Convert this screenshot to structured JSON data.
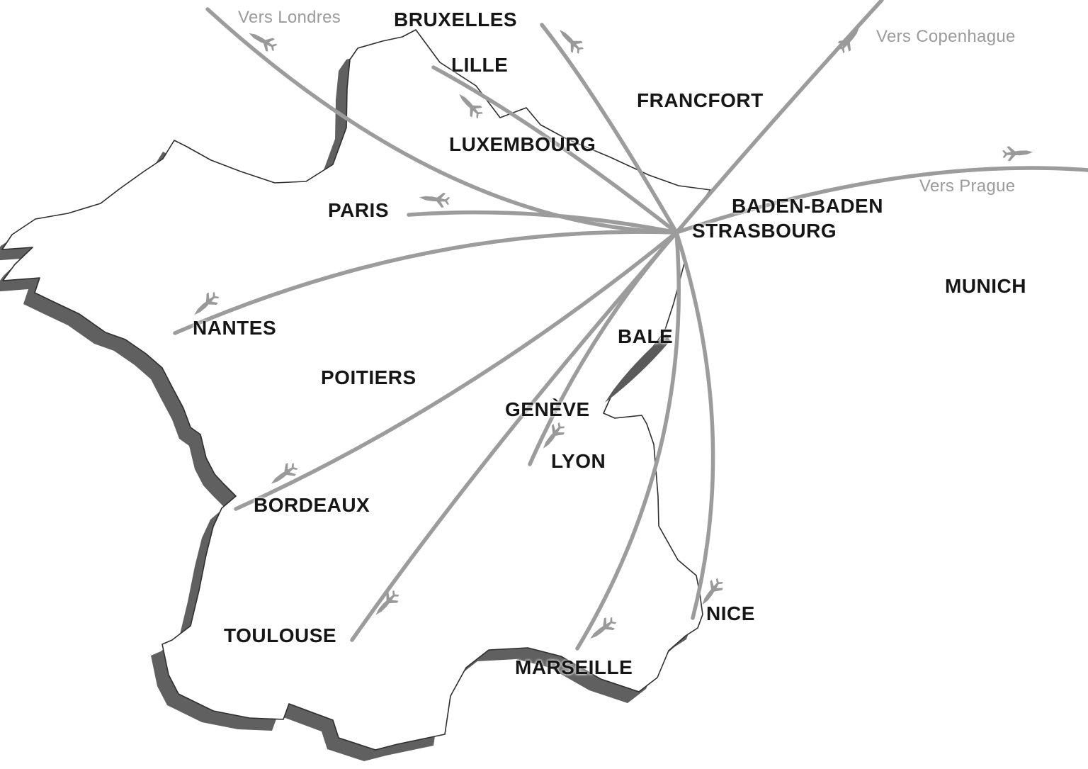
{
  "title": "Strasbourg flight destinations map",
  "hub": "STRASBOURG",
  "labels": {
    "bruxelles": "BRUXELLES",
    "lille": "LILLE",
    "luxembourg": "LUXEMBOURG",
    "francfort": "FRANCFORT",
    "paris": "PARIS",
    "baden_baden": "BADEN-BADEN",
    "strasbourg": "STRASBOURG",
    "munich": "MUNICH",
    "nantes": "NANTES",
    "poitiers": "POITIERS",
    "bale": "BALE",
    "geneve": "GENÈVE",
    "lyon": "LYON",
    "bordeaux": "BORDEAUX",
    "toulouse": "TOULOUSE",
    "marseille": "MARSEILLE",
    "nice": "NICE",
    "vers_londres": "Vers Londres",
    "vers_copenhague": "Vers Copenhague",
    "vers_prague": "Vers Prague"
  },
  "routes_from_hub": [
    "Vers Londres",
    "Bruxelles",
    "Lille",
    "Paris",
    "Nantes",
    "Bordeaux",
    "Toulouse",
    "Lyon / Genève",
    "Marseille",
    "Nice",
    "Vers Copenhague",
    "Vers Prague"
  ],
  "colors": {
    "route": "#9c9c9c",
    "plane": "#999999",
    "city_label": "#161616",
    "external_label": "#9b9b9b",
    "map_fill": "#ffffff",
    "map_outline": "#2e2e2e",
    "map_shadow": "#606060"
  }
}
